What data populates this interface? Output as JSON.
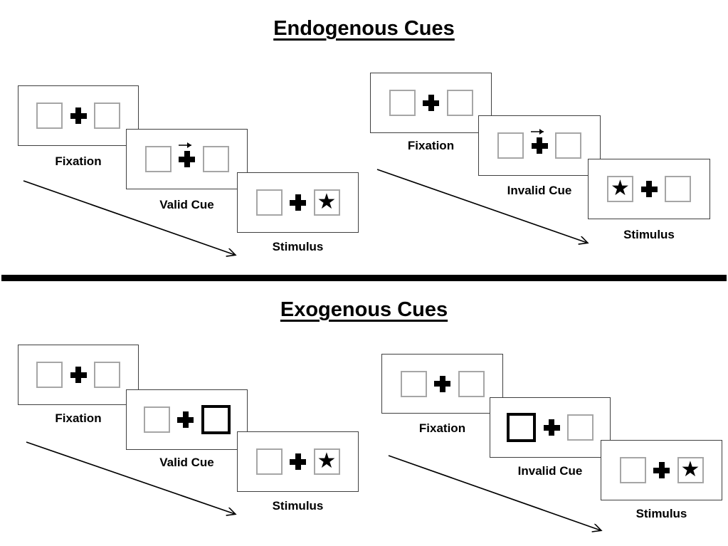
{
  "titles": {
    "endogenous": "Endogenous Cues",
    "exogenous": "Exogenous Cues"
  },
  "labels": {
    "fixation": "Fixation",
    "valid_cue": "Valid Cue",
    "invalid_cue": "Invalid Cue",
    "stimulus": "Stimulus"
  },
  "glyphs": {
    "star": "★"
  },
  "colors": {
    "ink": "#000000",
    "panel_border": "#3f3f3f",
    "box_border": "#a6a6a6",
    "background": "#ffffff"
  },
  "sections": [
    {
      "title": "Endogenous Cues",
      "trials": [
        {
          "name": "valid",
          "frames": [
            "Fixation",
            "Valid Cue",
            "Stimulus"
          ],
          "cue": "central arrow pointing right above fixation cross",
          "stimulus_side": "right"
        },
        {
          "name": "invalid",
          "frames": [
            "Fixation",
            "Invalid Cue",
            "Stimulus"
          ],
          "cue": "central arrow pointing right above fixation cross",
          "stimulus_side": "left"
        }
      ]
    },
    {
      "title": "Exogenous Cues",
      "trials": [
        {
          "name": "valid",
          "frames": [
            "Fixation",
            "Valid Cue",
            "Stimulus"
          ],
          "cue": "right peripheral box highlighted with thick border",
          "stimulus_side": "right"
        },
        {
          "name": "invalid",
          "frames": [
            "Fixation",
            "Invalid Cue",
            "Stimulus"
          ],
          "cue": "left peripheral box highlighted with thick border",
          "stimulus_side": "right"
        }
      ]
    }
  ]
}
